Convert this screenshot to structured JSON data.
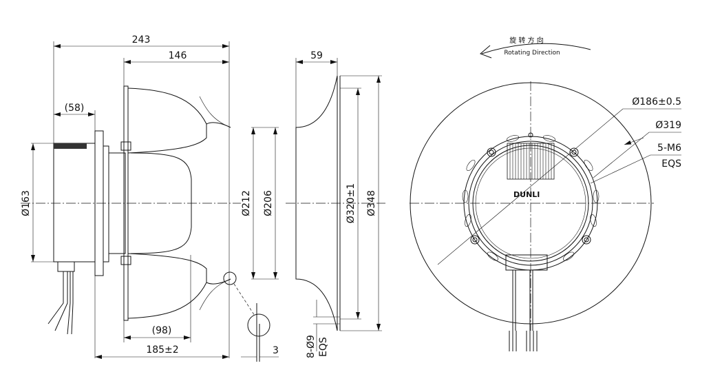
{
  "side_view": {
    "dim_overall_length": "243",
    "dim_impeller_length": "146",
    "dim_motor_length": "(58)",
    "dim_motor_diameter": "Ø163",
    "dim_diameter_212": "Ø212",
    "dim_inlet_diameter": "Ø206",
    "dim_mount_length": "185±2",
    "dim_ref_98": "(98)",
    "dim_gap": "3"
  },
  "inlet_ring_view": {
    "dim_depth": "59",
    "dim_hole_circle": "Ø320±1",
    "dim_outer": "Ø348",
    "dim_holes": "8-Ø9",
    "dim_holes_eqs": "EQS"
  },
  "front_view": {
    "rotation_label_cn": "旋 转 方 向",
    "rotation_label_en": "Rotating Direction",
    "dim_bolt_circle": "Ø186±0.5",
    "dim_impeller": "Ø319",
    "dim_threads": "5-M6",
    "dim_threads_eqs": "EQS",
    "brand_logo": "DUNLI"
  }
}
